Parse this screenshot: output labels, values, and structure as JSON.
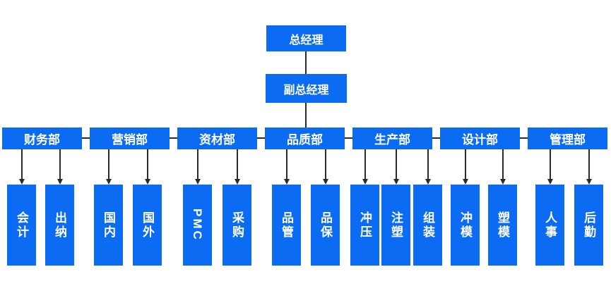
{
  "colors": {
    "box_blue": "#0b6bf2",
    "label_white": "#ffffff",
    "line_dark": "#2b2b2b"
  },
  "org": {
    "root": "总经理",
    "deputy": "副总经理",
    "departments": [
      {
        "label": "财务部",
        "children": [
          "会计",
          "出纳"
        ]
      },
      {
        "label": "营销部",
        "children": [
          "国内",
          "国外"
        ]
      },
      {
        "label": "资材部",
        "children": [
          "PMC",
          "采购"
        ]
      },
      {
        "label": "品质部",
        "children": [
          "品管",
          "品保"
        ]
      },
      {
        "label": "生产部",
        "children": [
          "冲压",
          "注塑",
          "组装"
        ]
      },
      {
        "label": "设计部",
        "children": [
          "冲模",
          "塑模"
        ]
      },
      {
        "label": "管理部",
        "children": [
          "人事",
          "后勤"
        ]
      }
    ]
  }
}
